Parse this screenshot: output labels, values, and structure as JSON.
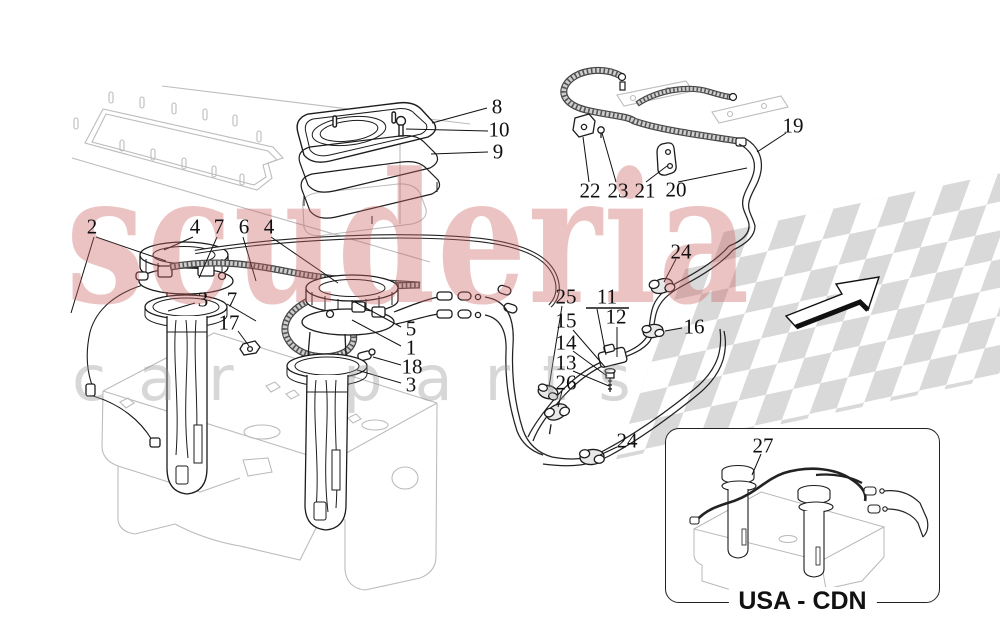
{
  "diagram": {
    "kind": "exploded-parts-diagram",
    "subject": "fuel pumps and lines",
    "inset_region_label": "USA - CDN"
  },
  "watermark": {
    "title": "scuderia",
    "subtitle": "car parts",
    "accent_color": "#cb6060",
    "gray_color": "#969696"
  },
  "flag": {
    "color": "#bababa"
  },
  "arrow": {
    "meaning": "vehicle-front-direction"
  },
  "inset": {
    "label": "USA - CDN"
  },
  "callouts": [
    "2",
    "4",
    "7",
    "6",
    "4",
    "3",
    "7",
    "17",
    "5",
    "1",
    "18",
    "3",
    "8",
    "10",
    "9",
    "22",
    "23",
    "21",
    "20",
    "19",
    "24",
    "25",
    "11",
    "12",
    "15",
    "14",
    "13",
    "16",
    "26",
    "24",
    "27"
  ]
}
